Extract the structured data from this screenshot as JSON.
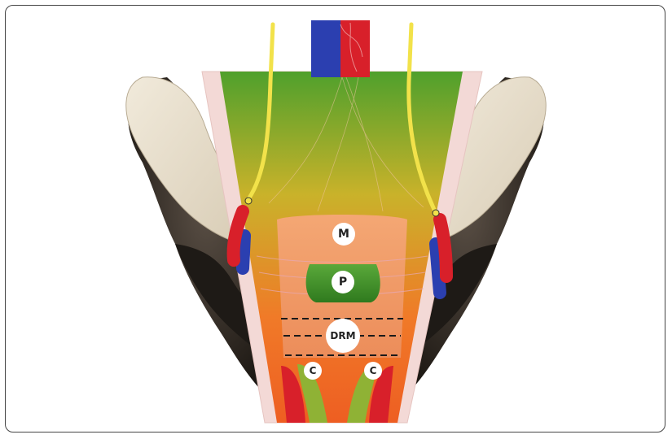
{
  "labels": {
    "m": "M",
    "p": "P",
    "drm": "DRM",
    "c_left": "C",
    "c_right": "C"
  },
  "colors": {
    "frame_border": "#444444",
    "vein": "#2b3fb0",
    "artery": "#d8202a",
    "nerve": "#f2e24a",
    "bone": "#ece3d2",
    "bone_dark": "#2a241e",
    "tissue_top": "#4a9b2e",
    "tissue_bottom": "#f26a22",
    "pelvic_core": "#f0a070",
    "prostate": "#4a9b2e"
  }
}
